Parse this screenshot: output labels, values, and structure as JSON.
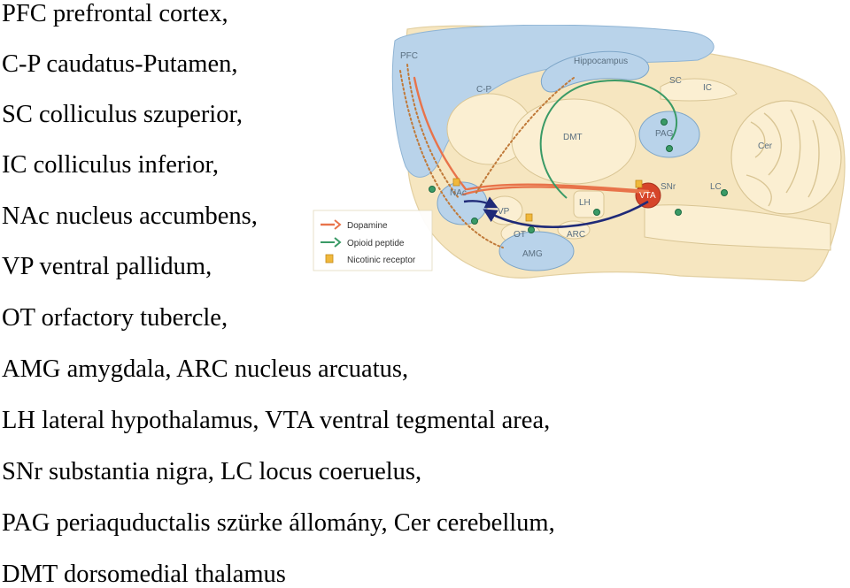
{
  "abbreviations": [
    "PFC prefrontal cortex,",
    "C-P caudatus-Putamen,",
    "SC colliculus szuperior,",
    "IC colliculus inferior,",
    "NAc nucleus accumbens,",
    "VP ventral pallidum,",
    "OT orfactory tubercle,",
    "AMG amygdala, ARC nucleus arcuatus,",
    "LH lateral hypothalamus, VTA ventral tegmental area,",
    "SNr substantia nigra, LC locus coeruelus,",
    "PAG periaquductalis szürke állomány, Cer cerebellum,",
    "DMT dorsomedial thalamus"
  ],
  "diagram": {
    "region_labels": {
      "pfc": "PFC",
      "cp": "C-P",
      "hippocampus": "Hippocampus",
      "sc": "SC",
      "ic": "IC",
      "dmt": "DMT",
      "pag": "PAG",
      "cer": "Cer",
      "nac": "NAc",
      "vp": "VP",
      "lh": "LH",
      "vta": "VTA",
      "snr": "SNr",
      "lc": "LC",
      "ot": "OT",
      "arc": "ARC",
      "amg": "AMG"
    },
    "legend": {
      "dopamine": "Dopamine",
      "opioid": "Opioid peptide",
      "nicotinic": "Nicotinic receptor"
    },
    "colors": {
      "dopamine": "#e8734a",
      "opioid": "#3a9a66",
      "dark_path": "#1f2a78",
      "region_blue": "#b9d3ea",
      "brain_tan": "#f6e6c0",
      "nicotinic": "#f0b83c",
      "vta": "#d6452a"
    }
  }
}
